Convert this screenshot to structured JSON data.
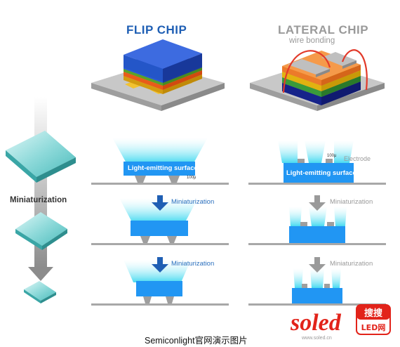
{
  "flip_chip": {
    "title": "FLIP CHIP",
    "surface_label": "Light-emitting surface",
    "scale_label": "100μ",
    "steps": [
      "Miniaturization",
      "Miniaturization"
    ]
  },
  "lateral_chip": {
    "title": "LATERAL CHIP",
    "subtitle": "wire bonding",
    "surface_label": "Light-emitting surface",
    "scale_label": "100μ",
    "electrode_label": "Electrode",
    "steps": [
      "Miniaturization",
      "Miniaturization"
    ]
  },
  "left_label": "Miniaturization",
  "caption": "Semiconlight官网演示图片",
  "watermark": {
    "brand": "soled",
    "badge_top": "搜搜",
    "badge_bottom": "LED网",
    "url": "www.soled.cn"
  },
  "colors": {
    "flip_accent": "#1f5fb4",
    "lateral_accent": "#9a9a9a",
    "chip_blue": "#2196f3",
    "glow_cyan": "#7fe8f4",
    "watermark_red": "#e2231a"
  }
}
